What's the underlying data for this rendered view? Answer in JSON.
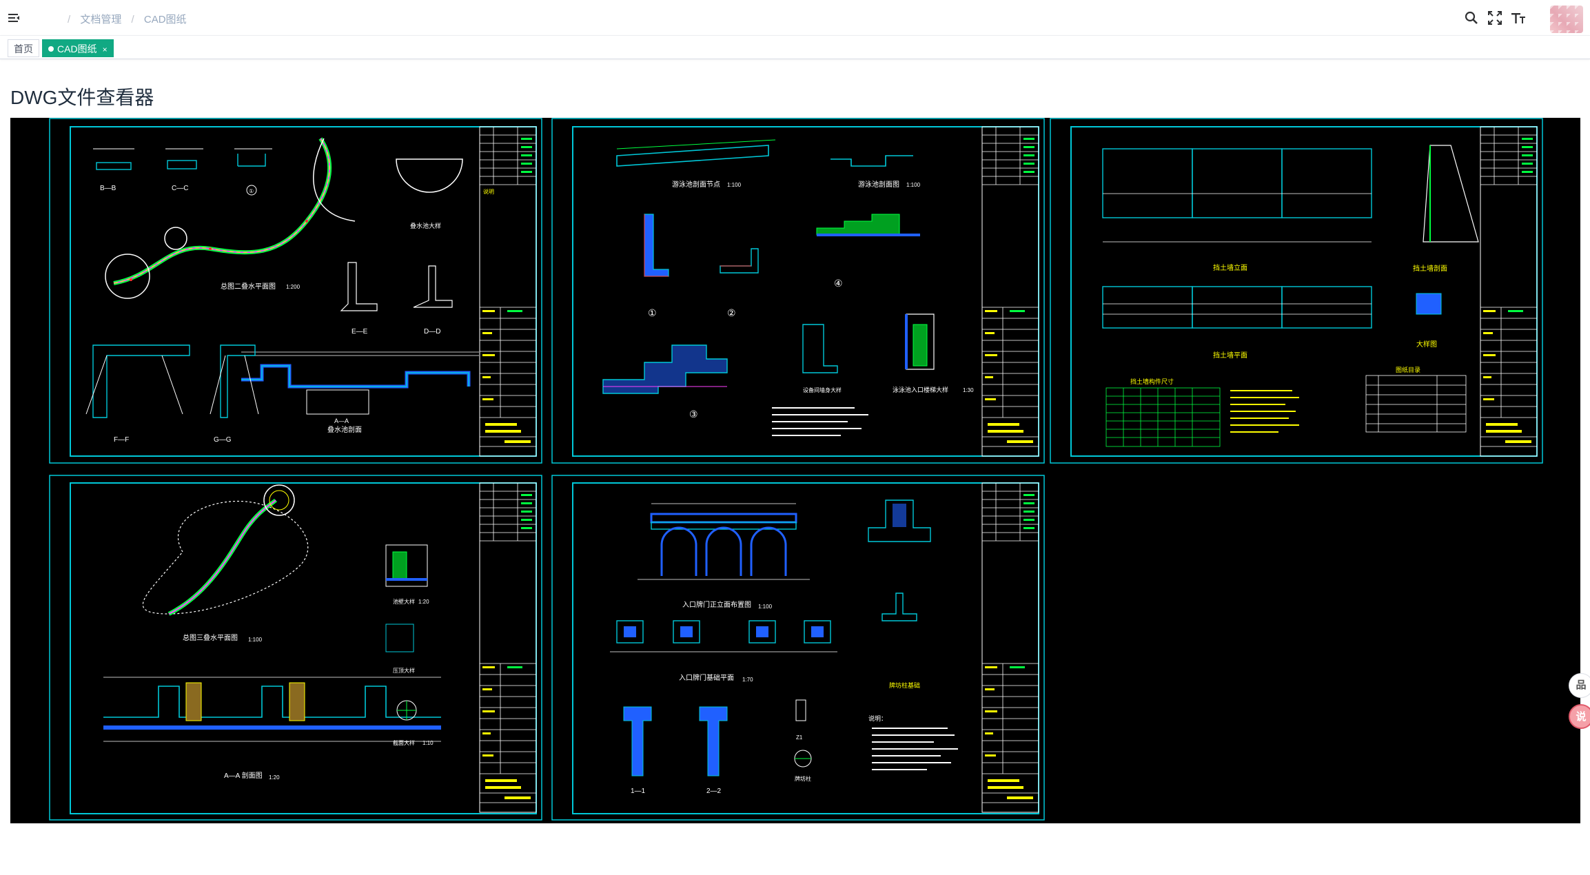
{
  "header": {
    "breadcrumb": [
      "文档管理",
      "CAD图纸"
    ],
    "separator": "/",
    "icons": [
      "menu-fold-icon",
      "search-icon",
      "fullscreen-icon",
      "font-size-icon"
    ]
  },
  "tags": {
    "home_label": "首页",
    "active_label": "CAD图纸",
    "close_glyph": "×"
  },
  "page": {
    "title": "DWG文件查看器"
  },
  "drawing": {
    "sheets": [
      {
        "plan_title": "总图二叠水平面图",
        "section_titles": [
          "B—B",
          "C—C",
          "E—E",
          "D—D",
          "F—F",
          "G—G",
          "A—A"
        ],
        "caption": "叠水池剖面",
        "detail_label": "叠水池大样",
        "scale": "1:200",
        "note_head": "说明",
        "circle_label": "①"
      },
      {
        "title_1": "游泳池剖面节点",
        "scale_1": "1:100",
        "title_2": "游泳池剖面图",
        "scale_2": "1:100",
        "node_labels": [
          "①",
          "②",
          "③",
          "④"
        ],
        "title_3": "泳泳池入口楼梯大样",
        "scale_3": "1:30",
        "detail_3": "设备间墙身大样"
      },
      {
        "elev_label_1": "挡土墙立面",
        "elev_label_2": "挡土墙平面",
        "section_label": "挡土墙剖面",
        "table_title": "挡土墙构件尺寸",
        "list_title": "图纸目录",
        "small_label": "大样图"
      },
      {
        "plan_title": "总图三叠水平面图",
        "scale": "1:100",
        "section_title": "A—A 剖面图",
        "scale_2": "1:20",
        "detail_labels": [
          "池壁大样",
          "压顶大样",
          "截面大样"
        ],
        "detail_scale": "1:20",
        "detail_scale_2": "1:10"
      },
      {
        "elev_title": "入口牌门正立面布置图",
        "scale": "1:100",
        "plan_title": "入口牌门基础平面",
        "scale_2": "1:70",
        "section_labels": [
          "1—1",
          "2—2",
          "Z1",
          "牌坊柱"
        ],
        "right_title": "牌坊柱基础",
        "notes_head": "说明："
      }
    ]
  },
  "floating": {
    "btn_a": "品",
    "btn_b": "说"
  },
  "colors": {
    "accent": "#11a983",
    "cad_background": "#000000",
    "cad_frame": "#00c8d8",
    "cad_line_white": "#ffffff",
    "cad_line_green": "#00ff40",
    "cad_line_yellow": "#ffff00",
    "cad_line_blue": "#2060ff",
    "cad_line_magenta": "#ff40ff"
  }
}
